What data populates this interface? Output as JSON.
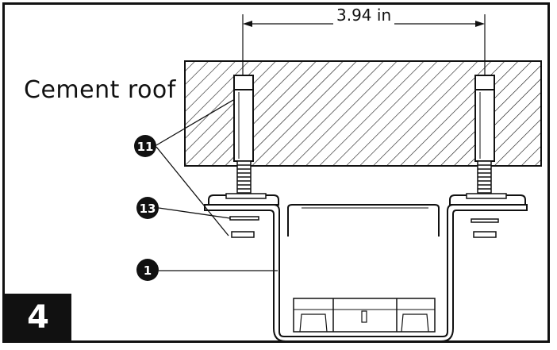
{
  "labels": {
    "roof": "Cement roof",
    "dimension": "3.94 in",
    "step": "4"
  },
  "callouts": [
    {
      "id": "11"
    },
    {
      "id": "13"
    },
    {
      "id": "1"
    }
  ],
  "colors": {
    "ink": "#111111",
    "background": "#ffffff"
  }
}
